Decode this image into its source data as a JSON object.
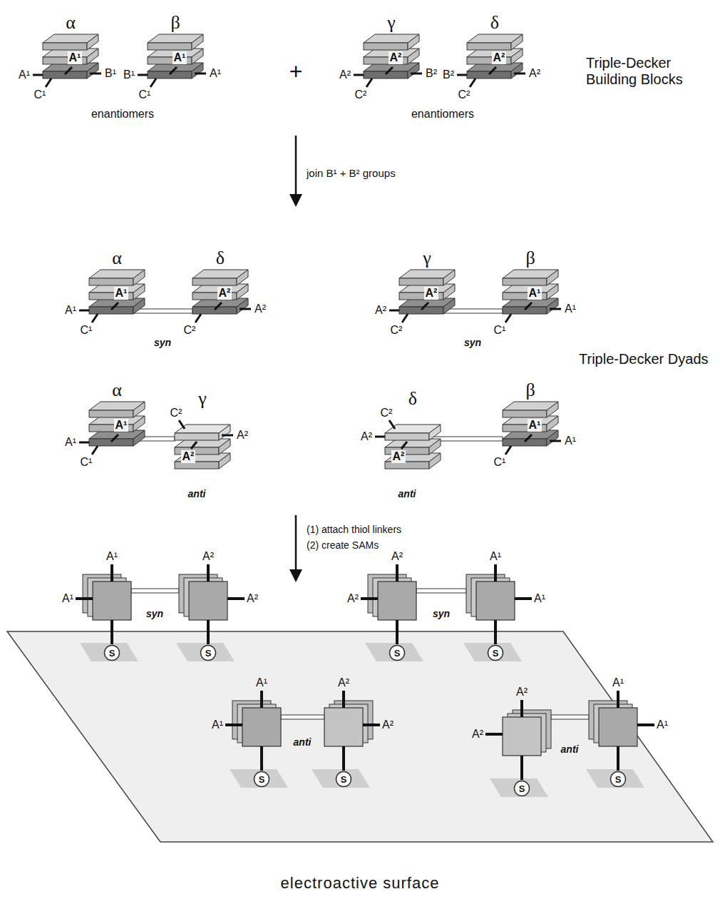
{
  "diagram": {
    "nodes": [
      {
        "text": [
          "S"
        ]
      },
      {
        "text": [
          "S"
        ]
      },
      {
        "text": [
          "S"
        ]
      },
      {
        "text": [
          "S"
        ]
      },
      {
        "text": [
          "S"
        ]
      },
      {
        "text": [
          "S"
        ]
      },
      {
        "text": [
          "S"
        ]
      },
      {
        "text": [
          "S"
        ]
      }
    ],
    "labels": [
      "α",
      "A¹",
      "A¹",
      "B¹",
      "C¹",
      "β",
      "A¹",
      "B¹",
      "A¹",
      "C¹",
      "enantiomers",
      "+",
      "γ",
      "A²",
      "A²",
      "B²",
      "C²",
      "δ",
      "A²",
      "B²",
      "A²",
      "C²",
      "enantiomers",
      "Triple-Decker Building Blocks",
      "join B¹ + B² groups",
      "α",
      "A¹",
      "A¹",
      "C¹",
      "δ",
      "A²",
      "A²",
      "C²",
      "syn",
      "γ",
      "A²",
      "A²",
      "C²",
      "β",
      "A¹",
      "A¹",
      "C¹",
      "syn",
      "Triple-Decker Dyads",
      "α",
      "A¹",
      "A¹",
      "C¹",
      "γ",
      "C²",
      "A²",
      "A²",
      "anti",
      "δ",
      "C²",
      "A²",
      "A²",
      "β",
      "A¹",
      "A¹",
      "C¹",
      "anti",
      "(1) attach thiol linkers",
      "(2) create SAMs",
      "A¹",
      "A¹",
      "A²",
      "A²",
      "syn",
      "A²",
      "A²",
      "A¹",
      "A¹",
      "syn",
      "A¹",
      "A¹",
      "A²",
      "A²",
      "anti",
      "A²",
      "A²",
      "A¹",
      "A¹",
      "anti",
      "electroactive surface"
    ]
  }
}
